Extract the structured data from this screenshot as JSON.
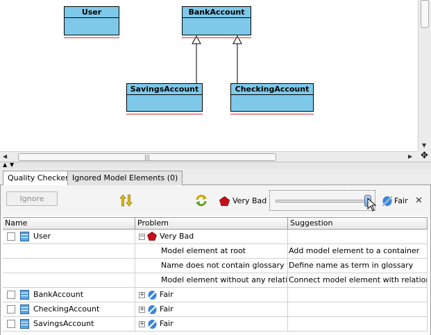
{
  "diagram": {
    "classes": [
      {
        "id": "user",
        "name": "User"
      },
      {
        "id": "bank",
        "name": "BankAccount"
      },
      {
        "id": "savings",
        "name": "SavingsAccount"
      },
      {
        "id": "checking",
        "name": "CheckingAccount"
      }
    ],
    "colors": {
      "class_fill": "#7ec9ea",
      "error_underline": "#e0302e"
    }
  },
  "tabs": [
    {
      "label": "Quality Checker",
      "active": true
    },
    {
      "label": "Ignored Model Elements (0)",
      "active": false
    }
  ],
  "toolbar": {
    "ignore_label": "Ignore",
    "very_bad_label": "Very Bad",
    "fair_label": "Fair",
    "severity_slider_level": 0.95,
    "icons": [
      "sort-icon",
      "refresh-icon",
      "very-bad-icon",
      "fair-icon",
      "close-icon"
    ]
  },
  "table": {
    "columns": [
      "Name",
      "Problem",
      "Suggestion"
    ],
    "rows": [
      {
        "name": "User",
        "severity": "Very Bad",
        "expanded": true
      },
      {
        "problem": "Model element at root",
        "suggestion": "Add model element to a container"
      },
      {
        "problem": "Name does not contain glossary te...",
        "suggestion": "Define name as term in glossary"
      },
      {
        "problem": "Model element without any relatio...",
        "suggestion": "Connect model element with relationship"
      },
      {
        "name": "BankAccount",
        "severity": "Fair",
        "expanded": false
      },
      {
        "name": "CheckingAccount",
        "severity": "Fair",
        "expanded": false
      },
      {
        "name": "SavingsAccount",
        "severity": "Fair",
        "expanded": false
      }
    ]
  }
}
